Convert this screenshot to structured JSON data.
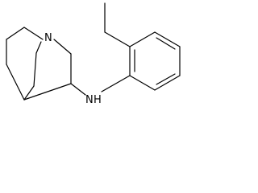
{
  "structure": {
    "atom_labels": {
      "ring_nitrogen": "N",
      "amine_nitrogen": "N",
      "amine_hydrogen": "H"
    },
    "colors": {
      "bond": "#000000",
      "label": "#000000",
      "background": "#ffffff"
    }
  }
}
